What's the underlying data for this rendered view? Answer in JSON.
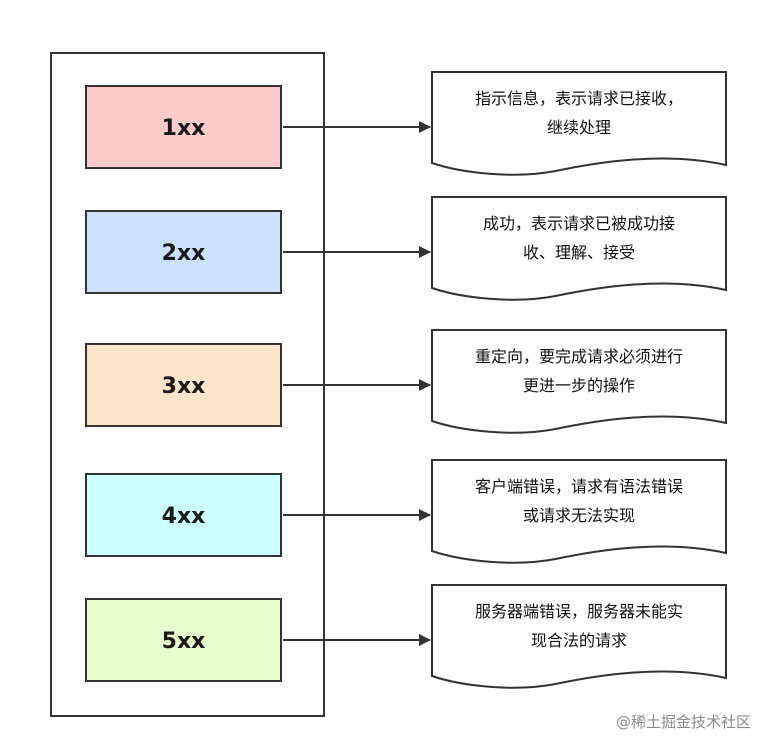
{
  "items": [
    {
      "code": "1xx",
      "color": "#ffcccc",
      "description_lines": [
        "指示信息，表示请求已接收，",
        "继续处理"
      ]
    },
    {
      "code": "2xx",
      "color": "#cce0ff",
      "description_lines": [
        "成功，表示请求已被成功接",
        "收、理解、接受"
      ]
    },
    {
      "code": "3xx",
      "color": "#ffe4cc",
      "description_lines": [
        "重定向，要完成请求必须进行",
        "更进一步的操作"
      ]
    },
    {
      "code": "4xx",
      "color": "#ccffff",
      "description_lines": [
        "客户端错误，请求有语法错误",
        "或请求无法实现"
      ]
    },
    {
      "code": "5xx",
      "color": "#e6ffcc",
      "description_lines": [
        "服务器端错误，服务器未能实",
        "现合法的请求"
      ]
    }
  ],
  "watermark": "@稀土掘金技术社区"
}
